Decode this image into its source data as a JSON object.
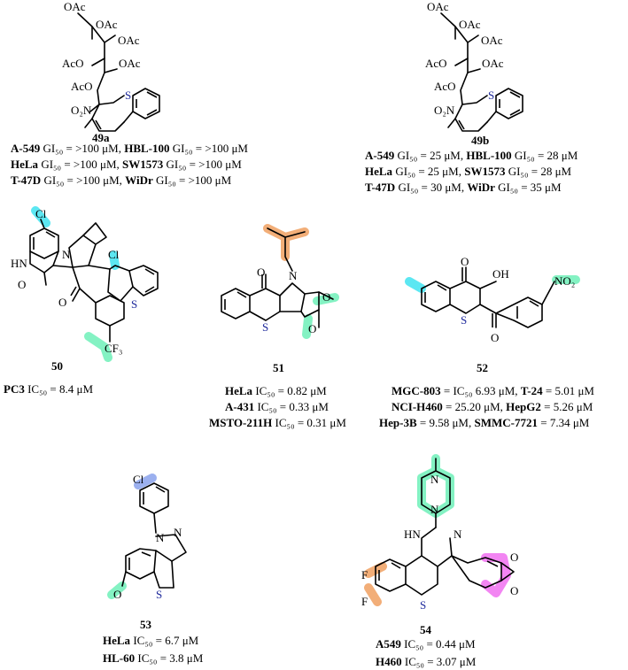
{
  "colors": {
    "cyan": "#3fe3f0",
    "orange": "#f0a060",
    "mint": "#6ff0b8",
    "blue_hl": "#8aa2ec",
    "magenta": "#f070f0",
    "sulfur": "#1f2a9c"
  },
  "atoms": {
    "OAc": "OAc",
    "AcO": "AcO",
    "S": "S",
    "O": "O",
    "O2N": "O₂N",
    "NO2": "NO₂",
    "OH": "OH",
    "Cl": "Cl",
    "CF3": "CF₃",
    "F": "F",
    "N": "N",
    "HN": "HN",
    "HN_lower": "HN",
    "N_equals": "N",
    "NH_ring": "N"
  },
  "compounds": [
    {
      "id": "49a",
      "label": "49a",
      "activity": [
        [
          {
            "t": "A-549",
            "b": true
          },
          {
            "t": " GI₅₀ = >100 μM, "
          },
          {
            "t": "HBL-100",
            "b": true
          },
          {
            "t": " GI₅₀ = >100 μM"
          }
        ],
        [
          {
            "t": "HeLa",
            "b": true
          },
          {
            "t": " GI₅₀ = >100 μM, "
          },
          {
            "t": "SW1573",
            "b": true
          },
          {
            "t": " GI₅₀ = >100 μM"
          }
        ],
        [
          {
            "t": "T-47D",
            "b": true
          },
          {
            "t": " GI₅₀ = >100 μM, "
          },
          {
            "t": "WiDr",
            "b": true
          },
          {
            "t": " GI₅₀ = >100 μM"
          }
        ]
      ]
    },
    {
      "id": "49b",
      "label": "49b",
      "activity": [
        [
          {
            "t": "A-549",
            "b": true
          },
          {
            "t": " GI₅₀ = 25 μM, "
          },
          {
            "t": "HBL-100",
            "b": true
          },
          {
            "t": " GI₅₀ = 28 μM"
          }
        ],
        [
          {
            "t": "HeLa",
            "b": true
          },
          {
            "t": " GI₅₀ = 25 μM, "
          },
          {
            "t": "SW1573",
            "b": true
          },
          {
            "t": " GI₅₀ = 28 μM"
          }
        ],
        [
          {
            "t": "T-47D",
            "b": true
          },
          {
            "t": " GI₅₀ = 30 μM, "
          },
          {
            "t": "WiDr",
            "b": true
          },
          {
            "t": " GI₅₀ = 35 μM"
          }
        ]
      ]
    },
    {
      "id": "50",
      "label": "50",
      "activity": [
        [
          {
            "t": "PC3",
            "b": true
          },
          {
            "t": " IC₅₀ = 8.4 μM"
          }
        ]
      ]
    },
    {
      "id": "51",
      "label": "51",
      "activity": [
        [
          {
            "t": "HeLa",
            "b": true
          },
          {
            "t": " IC₅₀ = 0.82 μM"
          }
        ],
        [
          {
            "t": "A-431",
            "b": true
          },
          {
            "t": " IC₅₀ = 0.33 μM"
          }
        ],
        [
          {
            "t": "MSTO-211H",
            "b": true
          },
          {
            "t": " IC₅₀ = 0.31 μM"
          }
        ]
      ]
    },
    {
      "id": "52",
      "label": "52",
      "activity": [
        [
          {
            "t": "MGC-803",
            "b": true
          },
          {
            "t": " = IC₅₀ 6.93 μM, "
          },
          {
            "t": "T-24",
            "b": true
          },
          {
            "t": " = 5.01 μM"
          }
        ],
        [
          {
            "t": "NCI-H460",
            "b": true
          },
          {
            "t": " = 25.20 μM, "
          },
          {
            "t": "HepG2",
            "b": true
          },
          {
            "t": " = 5.26 μM"
          }
        ],
        [
          {
            "t": "Hep-3B",
            "b": true
          },
          {
            "t": " = 9.58 μM, "
          },
          {
            "t": "SMMC-7721",
            "b": true
          },
          {
            "t": " = 7.34 μM"
          }
        ]
      ]
    },
    {
      "id": "53",
      "label": "53",
      "activity": [
        [
          {
            "t": "HeLa",
            "b": true
          },
          {
            "t": " IC₅₀ = 6.7 μM"
          }
        ],
        [
          {
            "t": "HL-60",
            "b": true
          },
          {
            "t": " IC₅₀ =  3.8 μM"
          }
        ]
      ]
    },
    {
      "id": "54",
      "label": "54",
      "activity": [
        [
          {
            "t": "A549",
            "b": true
          },
          {
            "t": " IC₅₀ = 0.44 μM"
          }
        ],
        [
          {
            "t": "H460",
            "b": true
          },
          {
            "t": " IC₅₀ = 3.07 μM"
          }
        ]
      ]
    }
  ]
}
